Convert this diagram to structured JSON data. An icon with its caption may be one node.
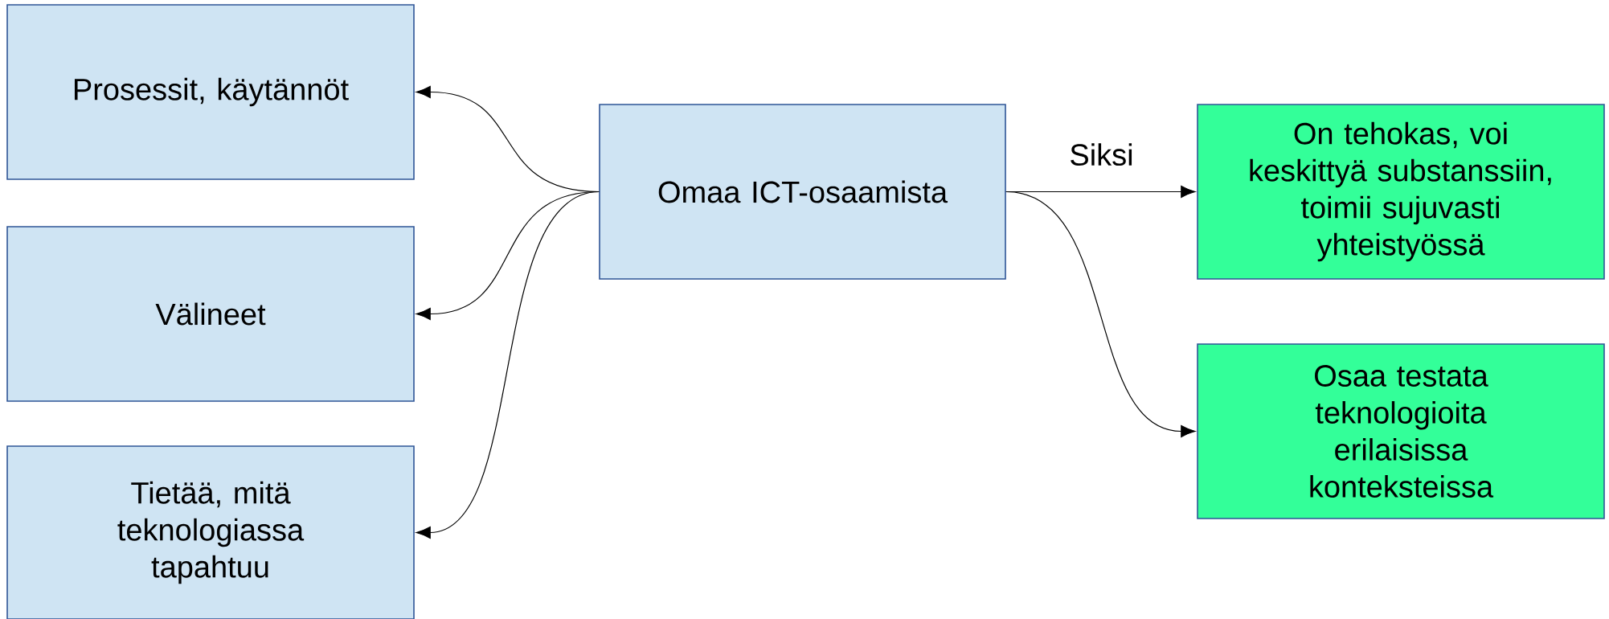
{
  "diagram": {
    "nodes": [
      {
        "text": [
          "Prosessit, käytännöt"
        ]
      },
      {
        "text": [
          "Välineet"
        ]
      },
      {
        "text": [
          "Tietää, mitä teknologiassa tapahtuu"
        ]
      },
      {
        "text": [
          "Omaa ICT-osaamista"
        ]
      },
      {
        "text": [
          "On tehokas, voi keskittyä substanssiin, toimii sujuvasti yhteistyössä"
        ]
      },
      {
        "text": [
          "Osaa testata teknologioita erilaisissa konteksteissa"
        ]
      }
    ],
    "edges": [
      {
        "from": 3,
        "to": 0,
        "arrow": "to"
      },
      {
        "from": 3,
        "to": 1,
        "arrow": "to"
      },
      {
        "from": 3,
        "to": 2,
        "arrow": "to"
      },
      {
        "from": 3,
        "to": 4,
        "arrow": "to",
        "label": "Siksi"
      },
      {
        "from": 3,
        "to": 5,
        "arrow": "to"
      }
    ]
  }
}
